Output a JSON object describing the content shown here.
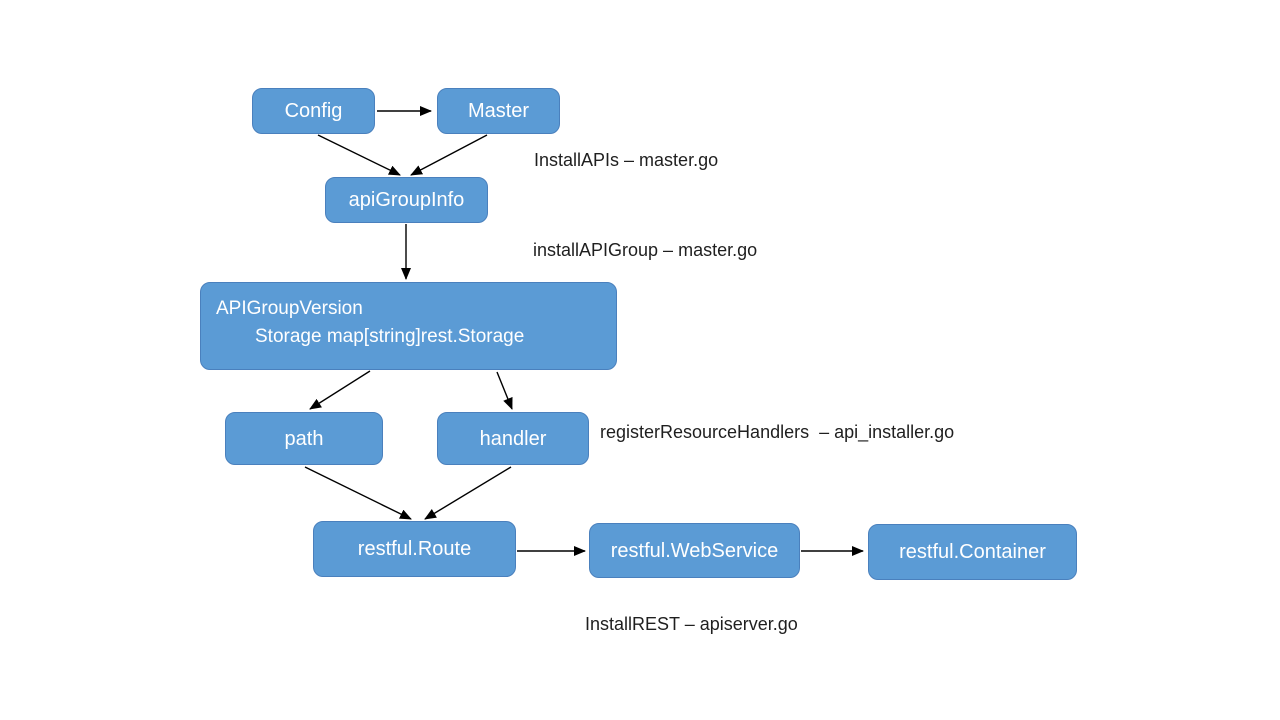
{
  "diagram": {
    "nodes": {
      "config": {
        "label": "Config"
      },
      "master": {
        "label": "Master"
      },
      "api_group_info": {
        "label": "apiGroupInfo"
      },
      "api_group_version": {
        "line1": "APIGroupVersion",
        "line2": "Storage map[string]rest.Storage"
      },
      "path": {
        "label": "path"
      },
      "handler": {
        "label": "handler"
      },
      "restful_route": {
        "label": "restful.Route"
      },
      "restful_web_service": {
        "label": "restful.WebService"
      },
      "restful_container": {
        "label": "restful.Container"
      }
    },
    "annotations": {
      "install_apis": "InstallAPIs – master.go",
      "install_api_group": "installAPIGroup – master.go",
      "register_resource_handlers": "registerResourceHandlers  – api_installer.go",
      "install_rest": "InstallREST – apiserver.go"
    },
    "edges": [
      {
        "from": "config",
        "to": "master"
      },
      {
        "from": "config",
        "to": "api_group_info"
      },
      {
        "from": "master",
        "to": "api_group_info"
      },
      {
        "from": "api_group_info",
        "to": "api_group_version"
      },
      {
        "from": "api_group_version",
        "to": "path"
      },
      {
        "from": "api_group_version",
        "to": "handler"
      },
      {
        "from": "path",
        "to": "restful_route"
      },
      {
        "from": "handler",
        "to": "restful_route"
      },
      {
        "from": "restful_route",
        "to": "restful_web_service"
      },
      {
        "from": "restful_web_service",
        "to": "restful_container"
      }
    ],
    "colors": {
      "node_fill": "#5b9bd5",
      "node_border": "#4a80bd",
      "node_text": "#ffffff",
      "label_text": "#1f1f1f",
      "connector": "#000000",
      "background": "#ffffff"
    }
  }
}
